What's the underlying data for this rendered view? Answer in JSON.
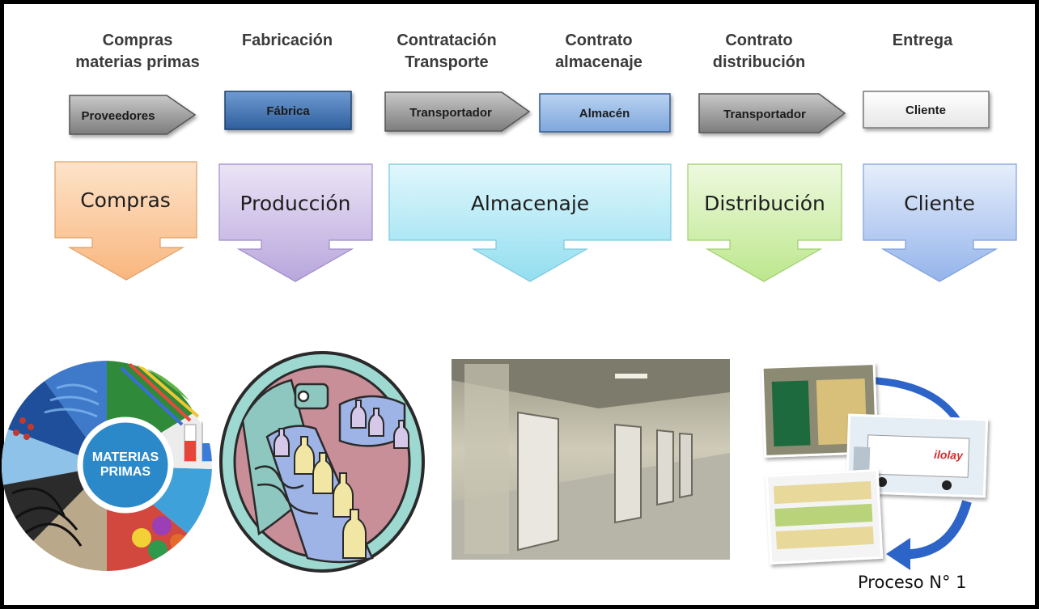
{
  "stages": [
    {
      "top_label_1": "Compras",
      "top_label_2": "materias primas",
      "arrow_label": "Proveedores",
      "arrow_color": "#9c9c9c"
    },
    {
      "top_label_1": "Fabricación",
      "top_label_2": "",
      "arrow_label": "Fábrica",
      "arrow_color": "#3f75b5"
    },
    {
      "top_label_1": "Contratación",
      "top_label_2": "Transporte",
      "arrow_label": "Transportador",
      "arrow_color": "#9c9c9c"
    },
    {
      "top_label_1": "Contrato",
      "top_label_2": "almacenaje",
      "arrow_label": "Almacén",
      "arrow_color": "#8db4e2"
    },
    {
      "top_label_1": "Contrato",
      "top_label_2": "distribución",
      "arrow_label": "Transportador",
      "arrow_color": "#9c9c9c"
    },
    {
      "top_label_1": "Entrega",
      "top_label_2": "",
      "arrow_label": "Cliente",
      "arrow_color": "#ffffff"
    }
  ],
  "process_blocks": [
    {
      "label": "Compras",
      "color": "#fbd0a7"
    },
    {
      "label": "Producción",
      "color": "#dcd0ee"
    },
    {
      "label": "Almacenaje",
      "color": "#c9eff8"
    },
    {
      "label": "Distribución",
      "color": "#def2c3"
    },
    {
      "label": "Cliente",
      "color": "#cad9f4"
    }
  ],
  "images": {
    "materias_primas_text_1": "MATERIAS",
    "materias_primas_text_2": "PRIMAS",
    "truck_brand": "ilolay"
  },
  "caption": "Proceso N° 1"
}
